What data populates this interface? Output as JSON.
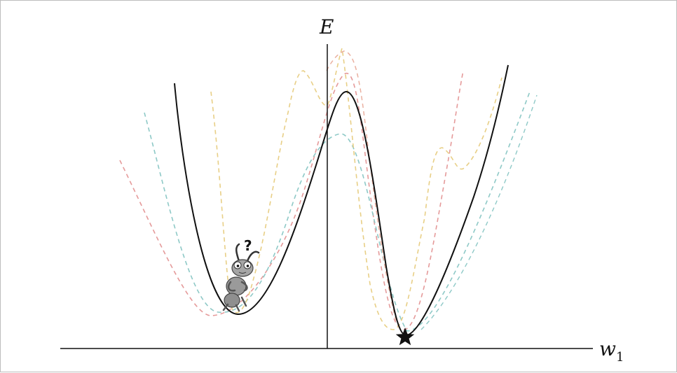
{
  "axes": {
    "y_label": "E",
    "x_label_base": "w",
    "x_label_subscript": "1"
  },
  "ant": {
    "question_mark": "?",
    "icon": "confused-ant-icon"
  },
  "minimum_marker": {
    "icon": "star-icon"
  },
  "colors": {
    "main_curve": "#111111",
    "dashed_pink": "#e59a9a",
    "dashed_teal": "#8ec9c7",
    "dashed_yellow": "#e8cf86",
    "dashed_salmon": "#eab0a0",
    "axes": "#111111"
  }
}
